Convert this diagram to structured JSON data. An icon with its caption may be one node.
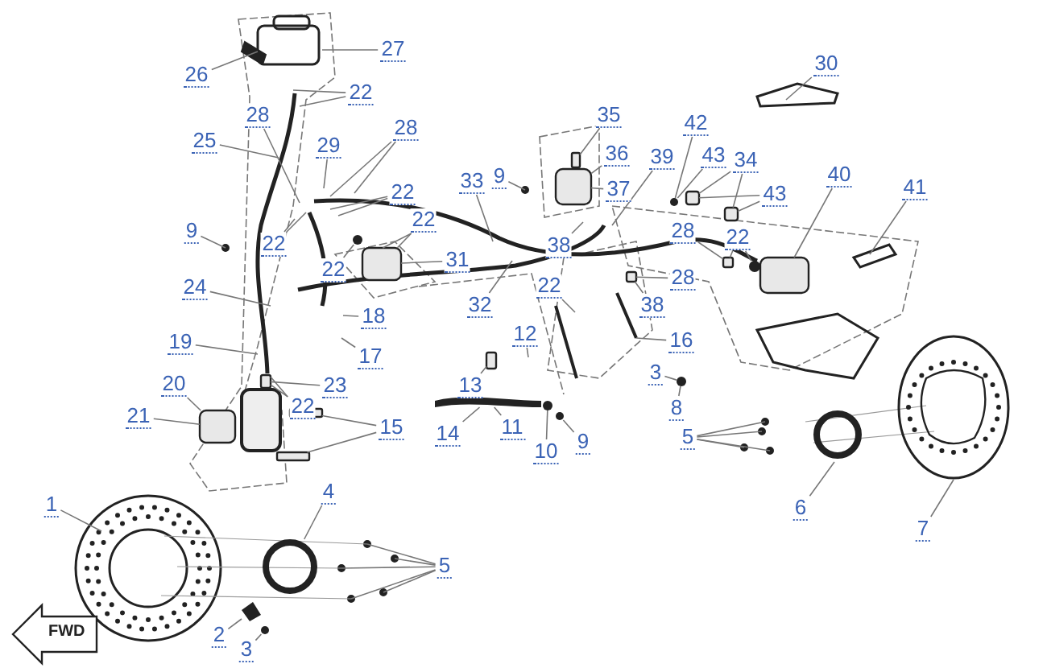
{
  "diagram": {
    "nodes": [
      {
        "text": [
          "26"
        ]
      },
      {
        "text": [
          "27"
        ]
      },
      {
        "text": [
          "22"
        ]
      },
      {
        "text": [
          "28"
        ]
      },
      {
        "text": [
          "28"
        ]
      },
      {
        "text": [
          "25"
        ]
      },
      {
        "text": [
          "29"
        ]
      },
      {
        "text": [
          "9"
        ]
      },
      {
        "text": [
          "33"
        ]
      },
      {
        "text": [
          "22"
        ]
      },
      {
        "text": [
          "9"
        ]
      },
      {
        "text": [
          "22"
        ]
      },
      {
        "text": [
          "22"
        ]
      },
      {
        "text": [
          "31"
        ]
      },
      {
        "text": [
          "22"
        ]
      },
      {
        "text": [
          "24"
        ]
      },
      {
        "text": [
          "32"
        ]
      },
      {
        "text": [
          "18"
        ]
      },
      {
        "text": [
          "19"
        ]
      },
      {
        "text": [
          "17"
        ]
      },
      {
        "text": [
          "20"
        ]
      },
      {
        "text": [
          "23"
        ]
      },
      {
        "text": [
          "22"
        ]
      },
      {
        "text": [
          "21"
        ]
      },
      {
        "text": [
          "15"
        ]
      },
      {
        "text": [
          "1"
        ]
      },
      {
        "text": [
          "4"
        ]
      },
      {
        "text": [
          "5"
        ]
      },
      {
        "text": [
          "2"
        ]
      },
      {
        "text": [
          "3"
        ]
      },
      {
        "text": [
          "30"
        ]
      },
      {
        "text": [
          "35"
        ]
      },
      {
        "text": [
          "42"
        ]
      },
      {
        "text": [
          "36"
        ]
      },
      {
        "text": [
          "39"
        ]
      },
      {
        "text": [
          "43"
        ]
      },
      {
        "text": [
          "34"
        ]
      },
      {
        "text": [
          "40"
        ]
      },
      {
        "text": [
          "41"
        ]
      },
      {
        "text": [
          "37"
        ]
      },
      {
        "text": [
          "43"
        ]
      },
      {
        "text": [
          "28"
        ]
      },
      {
        "text": [
          "22"
        ]
      },
      {
        "text": [
          "38"
        ]
      },
      {
        "text": [
          "28"
        ]
      },
      {
        "text": [
          "22"
        ]
      },
      {
        "text": [
          "38"
        ]
      },
      {
        "text": [
          "12"
        ]
      },
      {
        "text": [
          "16"
        ]
      },
      {
        "text": [
          "3"
        ]
      },
      {
        "text": [
          "13"
        ]
      },
      {
        "text": [
          "8"
        ]
      },
      {
        "text": [
          "11"
        ]
      },
      {
        "text": [
          "14"
        ]
      },
      {
        "text": [
          "9"
        ]
      },
      {
        "text": [
          "10"
        ]
      },
      {
        "text": [
          "5"
        ]
      },
      {
        "text": [
          "6"
        ]
      },
      {
        "text": [
          "7"
        ]
      },
      {
        "text": [],
        "shape": "box"
      },
      {
        "text": [],
        "shape": "box"
      },
      {
        "text": [],
        "shape": "box"
      },
      {
        "text": [],
        "shape": "box"
      },
      {
        "text": [],
        "shape": "circle"
      },
      {
        "text": [],
        "shape": "box"
      },
      {
        "text": [],
        "shape": "picture"
      },
      {
        "text": [],
        "shape": "box"
      },
      {
        "text": [],
        "shape": "circle"
      },
      {
        "text": [],
        "shape": "box"
      },
      {
        "text": [],
        "shape": "box"
      },
      {
        "text": [],
        "shape": "box"
      },
      {
        "text": [],
        "shape": "circle"
      },
      {
        "text": [],
        "shape": "circle"
      },
      {
        "text": [],
        "shape": "box"
      },
      {
        "text": [],
        "shape": "box"
      },
      {
        "text": [],
        "shape": "box"
      },
      {
        "text": [],
        "shape": "circle"
      },
      {
        "text": [],
        "shape": "circle"
      },
      {
        "text": [],
        "shape": "box"
      },
      {
        "text": [],
        "shape": "circle"
      },
      {
        "text": [],
        "shape": "picture"
      },
      {
        "text": [],
        "shape": "circle"
      }
    ],
    "edges": [
      {
        "from": 0,
        "to": null,
        "arrow": "none"
      },
      {
        "from": 1,
        "to": null,
        "arrow": "none"
      },
      {
        "from": 2,
        "to": null,
        "arrow": "none"
      },
      {
        "from": 2,
        "to": null,
        "arrow": "none"
      },
      {
        "from": 3,
        "to": null,
        "arrow": "none"
      },
      {
        "from": 4,
        "to": null,
        "arrow": "none"
      },
      {
        "from": 4,
        "to": null,
        "arrow": "none"
      },
      {
        "from": 5,
        "to": null,
        "arrow": "none"
      },
      {
        "from": 6,
        "to": null,
        "arrow": "none"
      },
      {
        "from": 7,
        "to": null,
        "arrow": "none"
      },
      {
        "from": 8,
        "to": null,
        "arrow": "none"
      },
      {
        "from": 9,
        "to": null,
        "arrow": "none"
      },
      {
        "from": 9,
        "to": null,
        "arrow": "none"
      },
      {
        "from": 10,
        "to": null,
        "arrow": "none"
      },
      {
        "from": 11,
        "to": null,
        "arrow": "none"
      },
      {
        "from": 11,
        "to": null,
        "arrow": "none"
      },
      {
        "from": 12,
        "to": 64,
        "arrow": "none"
      },
      {
        "from": 12,
        "to": 64,
        "arrow": "none"
      },
      {
        "from": 13,
        "to": 64,
        "arrow": "none"
      },
      {
        "from": 14,
        "to": 63,
        "arrow": "none"
      },
      {
        "from": 15,
        "to": null,
        "arrow": "none"
      },
      {
        "from": 16,
        "to": null,
        "arrow": "none"
      },
      {
        "from": 17,
        "to": null,
        "arrow": "none"
      },
      {
        "from": 18,
        "to": null,
        "arrow": "none"
      },
      {
        "from": 19,
        "to": null,
        "arrow": "none"
      },
      {
        "from": 20,
        "to": 59,
        "arrow": "none"
      },
      {
        "from": 21,
        "to": 60,
        "arrow": "none"
      },
      {
        "from": 22,
        "to": 60,
        "arrow": "none"
      },
      {
        "from": 22,
        "to": 60,
        "arrow": "none"
      },
      {
        "from": 23,
        "to": 59,
        "arrow": "none"
      },
      {
        "from": 24,
        "to": 62,
        "arrow": "none"
      },
      {
        "from": 24,
        "to": 61,
        "arrow": "none"
      },
      {
        "from": 25,
        "to": null,
        "arrow": "none"
      },
      {
        "from": 26,
        "to": 81,
        "arrow": "none"
      },
      {
        "from": 27,
        "to": null,
        "arrow": "none"
      },
      {
        "from": 27,
        "to": null,
        "arrow": "none"
      },
      {
        "from": 27,
        "to": null,
        "arrow": "none"
      },
      {
        "from": 27,
        "to": null,
        "arrow": "none"
      },
      {
        "from": 27,
        "to": null,
        "arrow": "none"
      },
      {
        "from": 28,
        "to": 80,
        "arrow": "none"
      },
      {
        "from": 29,
        "to": 79,
        "arrow": "none"
      },
      {
        "from": 30,
        "to": null,
        "arrow": "none"
      },
      {
        "from": 31,
        "to": 69,
        "arrow": "none"
      },
      {
        "from": 32,
        "to": 71,
        "arrow": "none"
      },
      {
        "from": 33,
        "to": 68,
        "arrow": "none"
      },
      {
        "from": 34,
        "to": null,
        "arrow": "none"
      },
      {
        "from": 35,
        "to": 71,
        "arrow": "none"
      },
      {
        "from": 36,
        "to": 73,
        "arrow": "none"
      },
      {
        "from": 36,
        "to": 75,
        "arrow": "none"
      },
      {
        "from": 37,
        "to": 78,
        "arrow": "none"
      },
      {
        "from": 38,
        "to": null,
        "arrow": "none"
      },
      {
        "from": 39,
        "to": 68,
        "arrow": "none"
      },
      {
        "from": 40,
        "to": 73,
        "arrow": "none"
      },
      {
        "from": 40,
        "to": 75,
        "arrow": "none"
      },
      {
        "from": 41,
        "to": 74,
        "arrow": "none"
      },
      {
        "from": 42,
        "to": 74,
        "arrow": "none"
      },
      {
        "from": 42,
        "to": 76,
        "arrow": "none"
      },
      {
        "from": 43,
        "to": null,
        "arrow": "none"
      },
      {
        "from": 44,
        "to": 70,
        "arrow": "none"
      },
      {
        "from": 45,
        "to": null,
        "arrow": "none"
      },
      {
        "from": 46,
        "to": 70,
        "arrow": "none"
      },
      {
        "from": 47,
        "to": null,
        "arrow": "none"
      },
      {
        "from": 48,
        "to": null,
        "arrow": "none"
      },
      {
        "from": 49,
        "to": 72,
        "arrow": "none"
      },
      {
        "from": 50,
        "to": 66,
        "arrow": "none"
      },
      {
        "from": 51,
        "to": 72,
        "arrow": "none"
      },
      {
        "from": 52,
        "to": 65,
        "arrow": "none"
      },
      {
        "from": 53,
        "to": 65,
        "arrow": "none"
      },
      {
        "from": 54,
        "to": 77,
        "arrow": "none"
      },
      {
        "from": 55,
        "to": 67,
        "arrow": "none"
      },
      {
        "from": 56,
        "to": null,
        "arrow": "none"
      },
      {
        "from": 56,
        "to": null,
        "arrow": "none"
      },
      {
        "from": 56,
        "to": null,
        "arrow": "none"
      },
      {
        "from": 56,
        "to": null,
        "arrow": "none"
      },
      {
        "from": 57,
        "to": null,
        "arrow": "none"
      },
      {
        "from": 58,
        "to": null,
        "arrow": "none"
      }
    ],
    "labels": [
      "FWD"
    ]
  }
}
